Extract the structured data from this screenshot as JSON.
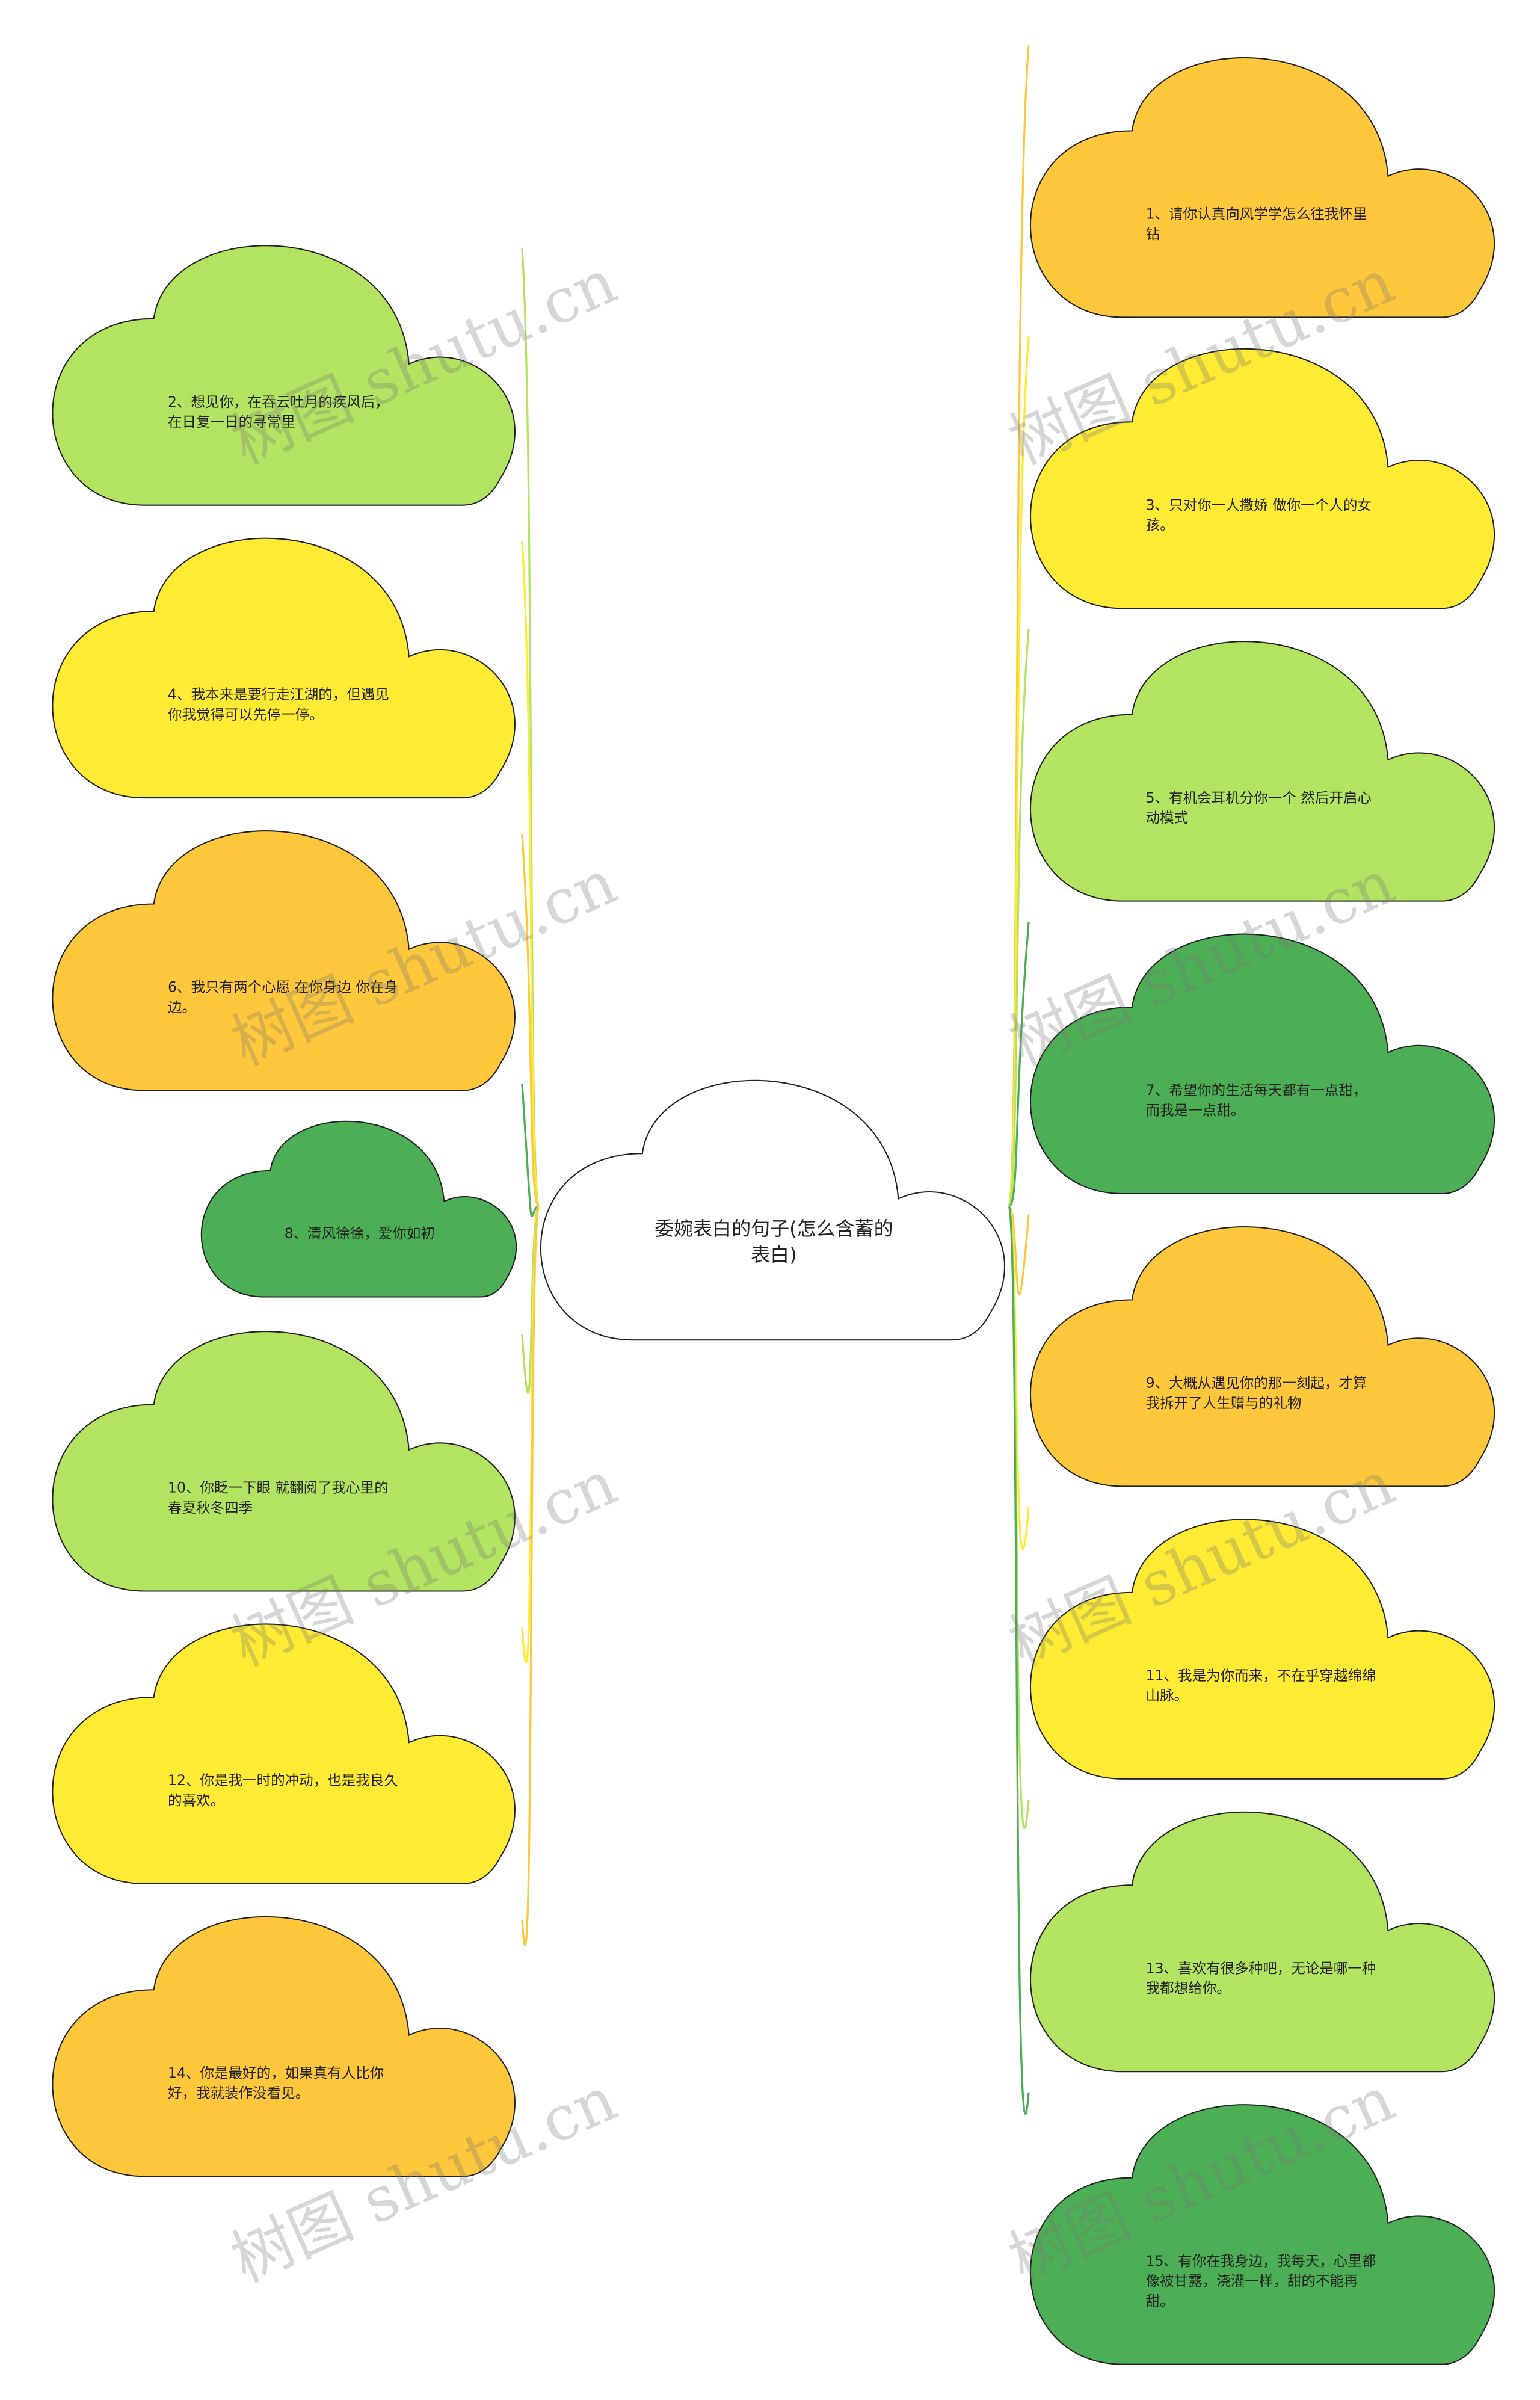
{
  "title": "委婉表白的句子(怎么含蓄的表白)",
  "watermark": "树图 shutu.cn",
  "colors": {
    "orange": "#ffc83c",
    "yellow": "#ffeb33",
    "light_green": "#b3e461",
    "dark_green": "#4caf55",
    "center": "#ffffff",
    "stroke": "#222222"
  },
  "left_nodes": [
    {
      "text": "2、想见你，在吞云吐月的疾风后，在日复一日的寻常里",
      "color": "light_green"
    },
    {
      "text": "4、我本来是要行走江湖的，但遇见你我觉得可以先停一停。",
      "color": "yellow"
    },
    {
      "text": "6、我只有两个心愿 在你身边 你在身边。",
      "color": "orange"
    },
    {
      "text": "8、清风徐徐，爱你如初",
      "color": "dark_green"
    },
    {
      "text": "10、你眨一下眼 就翻阅了我心里的春夏秋冬四季",
      "color": "light_green"
    },
    {
      "text": "12、你是我一时的冲动，也是我良久的喜欢。",
      "color": "yellow"
    },
    {
      "text": "14、你是最好的，如果真有人比你好，我就装作没看见。",
      "color": "orange"
    }
  ],
  "right_nodes": [
    {
      "text": "1、请你认真向风学学怎么往我怀里钻",
      "color": "orange"
    },
    {
      "text": "3、只对你一人撒娇 做你一个人的女孩。",
      "color": "yellow"
    },
    {
      "text": "5、有机会耳机分你一个 然后开启心动模式",
      "color": "light_green"
    },
    {
      "text": "7、希望你的生活每天都有一点甜，而我是一点甜。",
      "color": "dark_green"
    },
    {
      "text": "9、大概从遇见你的那一刻起，才算我拆开了人生赠与的礼物",
      "color": "orange"
    },
    {
      "text": "11、我是为你而来，不在乎穿越绵绵山脉。",
      "color": "yellow"
    },
    {
      "text": "13、喜欢有很多种吧，无论是哪一种我都想给你。",
      "color": "light_green"
    },
    {
      "text": "15、有你在我身边，我每天，心里都像被甘露，浇灌一样，甜的不能再甜。",
      "color": "dark_green"
    }
  ]
}
